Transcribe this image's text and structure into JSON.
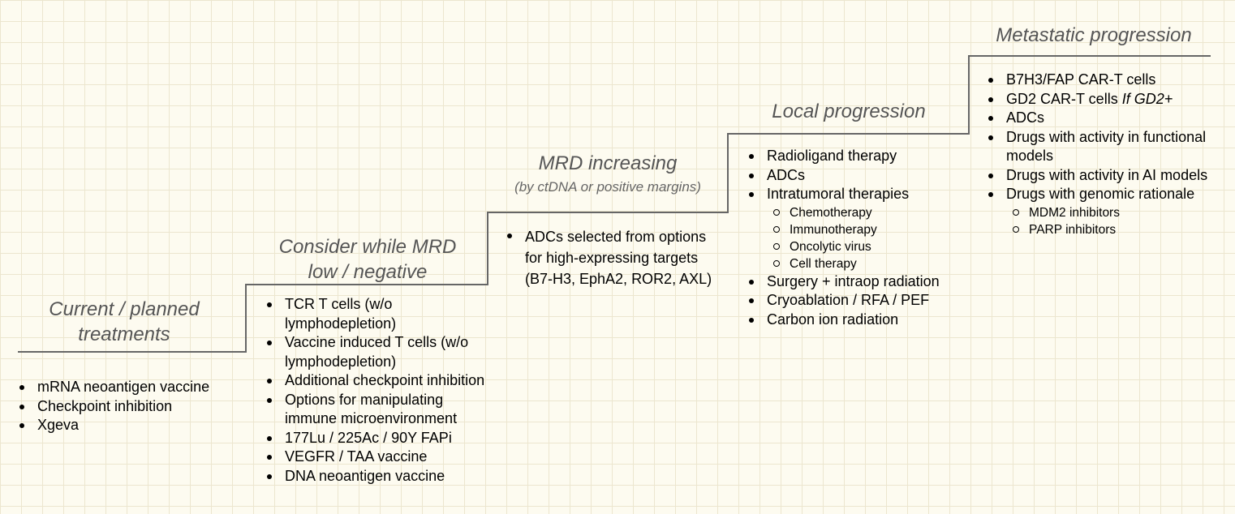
{
  "stages": [
    {
      "title_lines": [
        "Current / planned",
        "treatments"
      ],
      "items": [
        {
          "text": "mRNA neoantigen vaccine"
        },
        {
          "text": "Checkpoint inhibition"
        },
        {
          "text": "Xgeva"
        }
      ]
    },
    {
      "title_lines": [
        "Consider while MRD",
        "low / negative"
      ],
      "items": [
        {
          "text": "TCR T cells (w/o lymphodepletion)"
        },
        {
          "text": "Vaccine induced T cells (w/o lymphodepletion)"
        },
        {
          "text": "Additional checkpoint inhibition"
        },
        {
          "text": "Options for manipulating immune microenvironment"
        },
        {
          "text": "177Lu / 225Ac / 90Y FAPi"
        },
        {
          "text": "VEGFR / TAA vaccine"
        },
        {
          "text": "DNA neoantigen vaccine"
        }
      ]
    },
    {
      "title_lines": [
        "MRD increasing"
      ],
      "subtitle": "(by ctDNA or positive margins)",
      "items": [
        {
          "text": "ADCs selected from options for high-expressing targets (B7-H3, EphA2, ROR2, AXL)"
        }
      ]
    },
    {
      "title_lines": [
        "Local progression"
      ],
      "items": [
        {
          "text": "Radioligand therapy"
        },
        {
          "text": "ADCs"
        },
        {
          "text": "Intratumoral therapies",
          "sub": [
            "Chemotherapy",
            "Immunotherapy",
            "Oncolytic virus",
            "Cell therapy"
          ]
        },
        {
          "text": "Surgery + intraop radiation"
        },
        {
          "text": "Cryoablation / RFA / PEF"
        },
        {
          "text": "Carbon ion radiation"
        }
      ]
    },
    {
      "title_lines": [
        "Metastatic progression"
      ],
      "items": [
        {
          "text": "B7H3/FAP CAR-T cells"
        },
        {
          "text": "GD2 CAR-T cells ",
          "suffix": "If GD2+"
        },
        {
          "text": "ADCs"
        },
        {
          "text": "Drugs with activity in functional models"
        },
        {
          "text": "Drugs with activity in AI models"
        },
        {
          "text": "Drugs with genomic rationale",
          "sub": [
            "MDM2 inhibitors",
            "PARP inhibitors"
          ]
        }
      ]
    }
  ]
}
